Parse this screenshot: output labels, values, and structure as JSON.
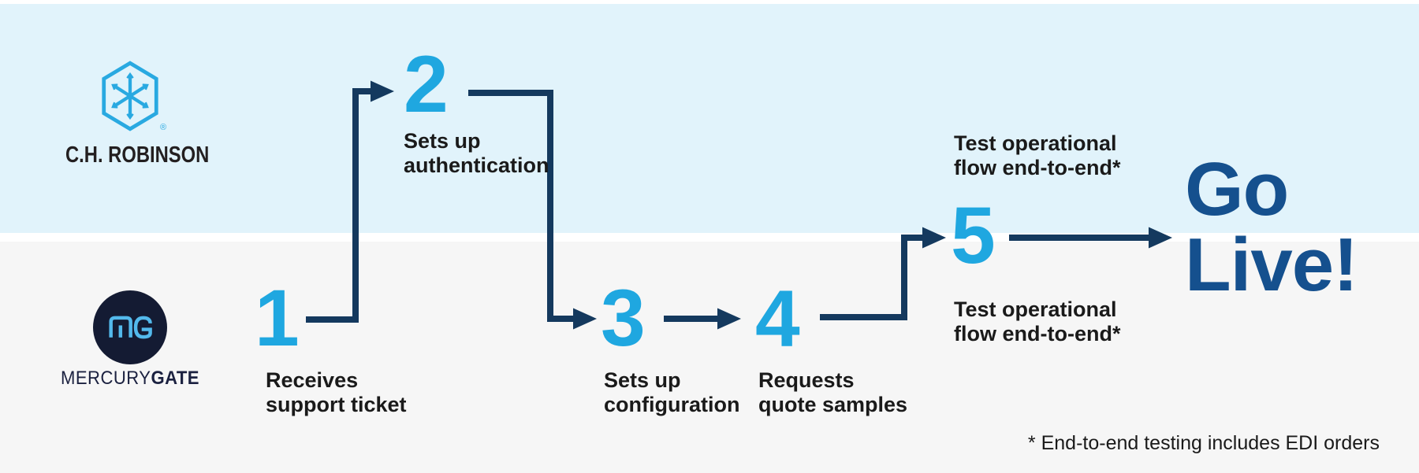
{
  "colors": {
    "lane_top_bg": "#E1F3FB",
    "lane_bottom_bg": "#F6F6F6",
    "divider": "#FFFFFF",
    "accent_blue": "#1FA7E0",
    "connector_navy": "#14395E",
    "go_live_navy": "#15508E",
    "label_text": "#1A1A1A",
    "chr_wordmark_color": "#231F20",
    "mg_wordmark_color": "#1B2140",
    "mg_circle_bg": "#141B33",
    "mg_monogram_blue": "#53B9EC"
  },
  "lanes": {
    "top": {
      "company": "C.H. Robinson"
    },
    "bottom": {
      "company": "MercuryGate"
    }
  },
  "logos": {
    "chr": {
      "wordmark": "C.H. ROBINSON",
      "registered_mark": "®"
    },
    "mercurygate": {
      "wordmark_regular": "MERCURY",
      "wordmark_bold": "GATE"
    }
  },
  "steps": [
    {
      "number": "1",
      "label": "Receives\nsupport ticket"
    },
    {
      "number": "2",
      "label": "Sets up\nauthentication"
    },
    {
      "number": "3",
      "label": "Sets up\nconfiguration"
    },
    {
      "number": "4",
      "label": "Requests\nquote samples"
    },
    {
      "number": "5",
      "label_top": "Test operational\nflow end-to-end*",
      "label_bottom": "Test operational\nflow end-to-end*"
    }
  ],
  "go_live": {
    "label": "Go\nLive!"
  },
  "footnote": "* End-to-end testing includes EDI orders"
}
